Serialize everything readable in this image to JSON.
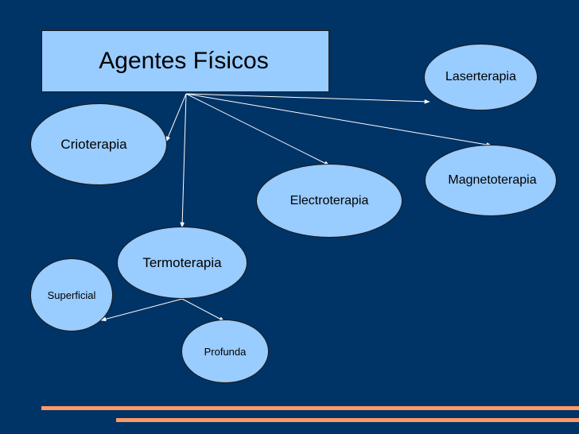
{
  "title": "Agentes Físicos",
  "nodes": {
    "laserterapia": "Laserterapia",
    "crioterapia": "Crioterapia",
    "magnetoterapia": "Magnetoterapia",
    "electroterapia": "Electroterapia",
    "termoterapia": "Termoterapia",
    "superficial": "Superficial",
    "profunda": "Profunda"
  },
  "colors": {
    "background": "#003366",
    "node_fill": "#99ccff",
    "bar_top": "#ff9966",
    "bar_bottom": "#ff9966"
  }
}
